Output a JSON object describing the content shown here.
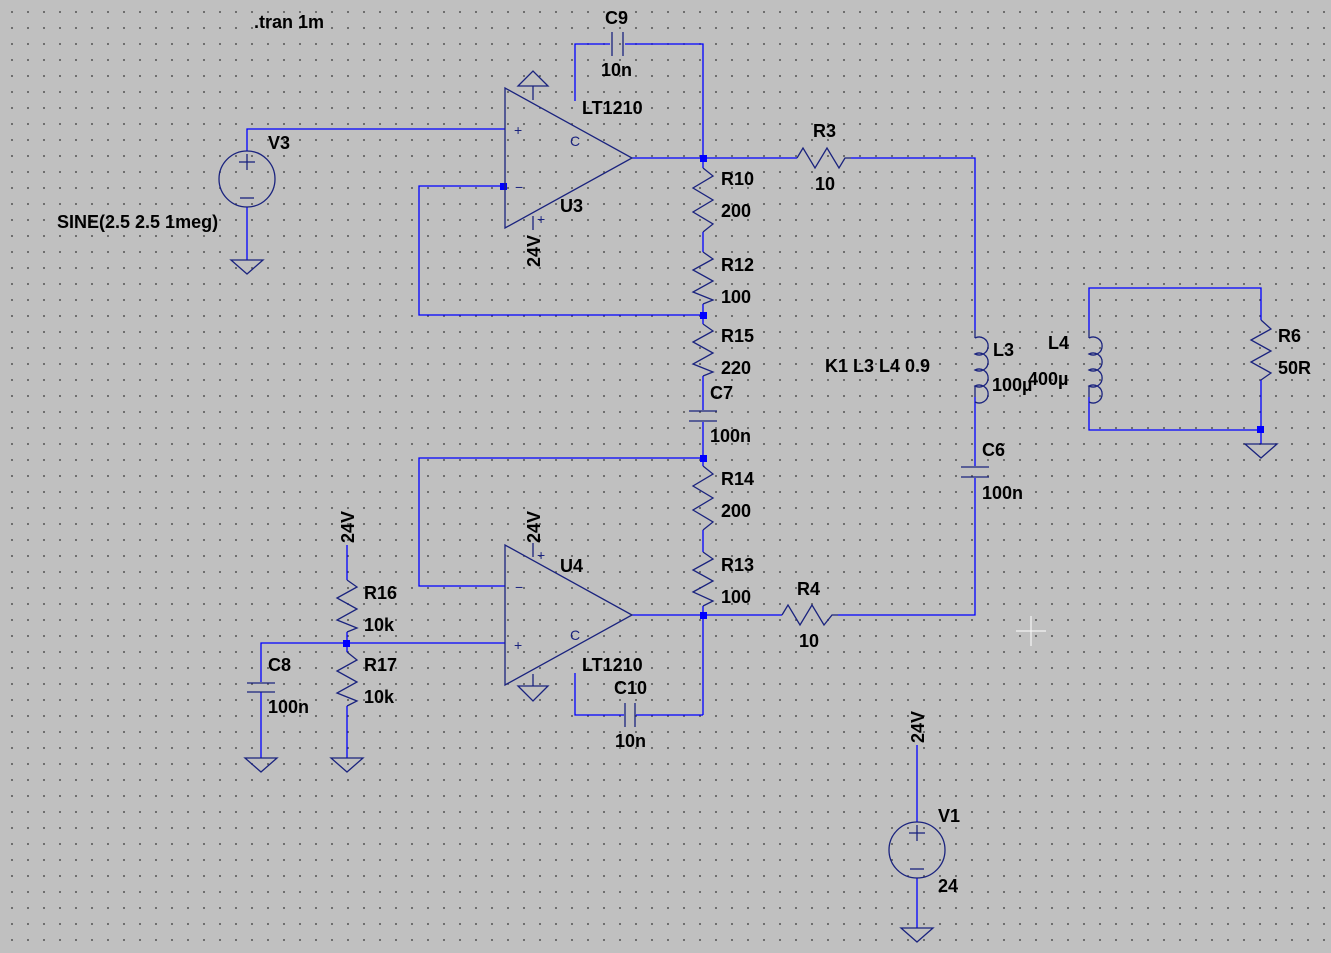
{
  "directive_tran": ".tran 1m",
  "directive_coupling": "K1 L3 L4 0.9",
  "opamps": {
    "u3": {
      "ref": "U3",
      "model": "LT1210",
      "supply": "24V"
    },
    "u4": {
      "ref": "U4",
      "model": "LT1210",
      "supply": "24V"
    }
  },
  "sources": {
    "v3": {
      "ref": "V3",
      "value": "SINE(2.5 2.5 1meg)"
    },
    "v1": {
      "ref": "V1",
      "value": "24",
      "net": "24V"
    }
  },
  "resistors": {
    "r3": {
      "ref": "R3",
      "value": "10"
    },
    "r4": {
      "ref": "R4",
      "value": "10"
    },
    "r6": {
      "ref": "R6",
      "value": "50R"
    },
    "r10": {
      "ref": "R10",
      "value": "200"
    },
    "r12": {
      "ref": "R12",
      "value": "100"
    },
    "r13": {
      "ref": "R13",
      "value": "100"
    },
    "r14": {
      "ref": "R14",
      "value": "200"
    },
    "r15": {
      "ref": "R15",
      "value": "220"
    },
    "r16": {
      "ref": "R16",
      "value": "10k",
      "net": "24V"
    },
    "r17": {
      "ref": "R17",
      "value": "10k"
    }
  },
  "capacitors": {
    "c6": {
      "ref": "C6",
      "value": "100n"
    },
    "c7": {
      "ref": "C7",
      "value": "100n"
    },
    "c8": {
      "ref": "C8",
      "value": "100n"
    },
    "c9": {
      "ref": "C9",
      "value": "10n"
    },
    "c10": {
      "ref": "C10",
      "value": "10n"
    }
  },
  "inductors": {
    "l3": {
      "ref": "L3",
      "value": "100µ"
    },
    "l4": {
      "ref": "L4",
      "value": "400µ"
    }
  },
  "pins": {
    "plus": "+",
    "minus": "−",
    "comp": "C"
  },
  "colors": {
    "background": "#c0c0c0",
    "wire": "#0000ff",
    "symbol": "#1a237e",
    "text": "#000000"
  }
}
